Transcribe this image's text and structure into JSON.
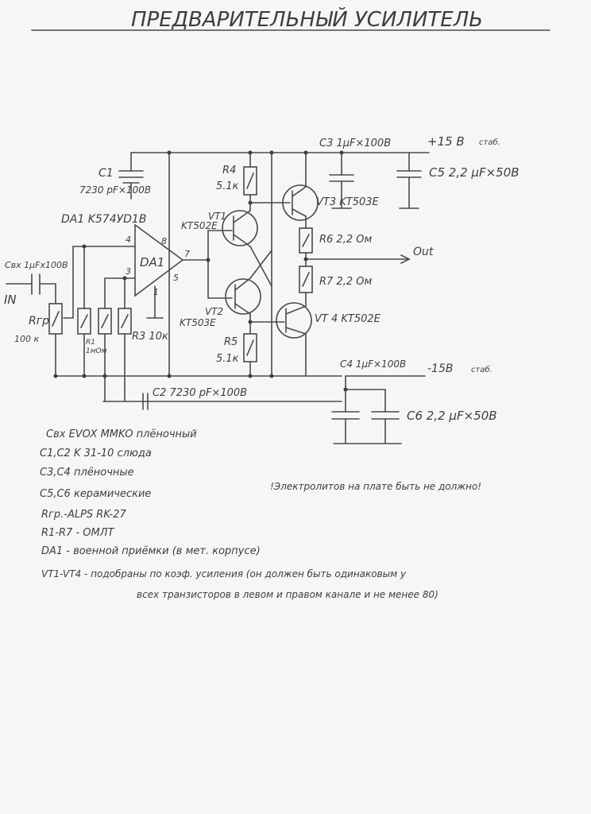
{
  "title": "ПРЕДВАРИТЕЛЬНЫЙ УСИЛИТЕЛЬ",
  "schematic": {
    "input_label": "IN",
    "output_label": "Out",
    "cin": "Cвх 1μFx100B",
    "rgp": "Rгр",
    "rgp_value": "100 к",
    "r1": "R1",
    "r1_value": "1мОм",
    "r3": "R3 10к",
    "c1": "C1",
    "c1_value": "7230 pF×100B",
    "c2": "C2 7230 pF×100B",
    "da1_title": "DA1 K574УD1B",
    "da1_label": "DA1",
    "pins": {
      "p4": "4",
      "p8": "8",
      "p7": "7",
      "p5": "5",
      "p1": "1",
      "p3": "3"
    },
    "r4": "R4",
    "r4_value": "5.1к",
    "r5": "R5",
    "r5_value": "5.1к",
    "vt1": "VT1",
    "vt1_type": "KT502E",
    "vt2": "VT2",
    "vt2_type": "KT503E",
    "vt3": "VT3 KT503E",
    "vt4": "VT 4 KT502E",
    "r6": "R6 2,2 Ом",
    "r7": "R7 2,2 Ом",
    "c3": "C3 1μF×100B",
    "pos_supply": "+15 B",
    "pos_supply_note": "стаб.",
    "c5": "C5 2,2 μF×50B",
    "c4": "C4 1μF×100B",
    "neg_supply": "-15B",
    "neg_supply_note": "стаб.",
    "c6": "C6 2,2 μF×50B"
  },
  "notes": [
    "Cвх EVOX MMKO плёночный",
    "C1,C2 K 31-10 слюда",
    "C3,C4 плёночные",
    "C5,C6 керамические",
    "Rгр.-ALPS RK-27",
    "R1-R7 - OMЛT",
    "DA1 - военной приёмки (в мет. корпусе)",
    "VT1-VT4 - подобраны по коэф. усиления (он должен быть одинаковым у",
    "всех транзисторов в левом и правом канале и не менее 80)"
  ],
  "warning": "!Электролитов на плате быть не должно!"
}
